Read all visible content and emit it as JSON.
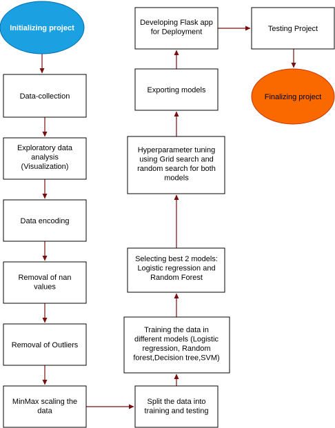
{
  "colors": {
    "start_fill": "#1ba1e2",
    "start_stroke": "#006eaf",
    "end_fill": "#fa6800",
    "end_stroke": "#c73500",
    "arrow": "#7a0c0c"
  },
  "nodes": {
    "start": [
      "Initializing project"
    ],
    "data_collection": [
      "Data-collection"
    ],
    "eda": [
      "Exploratory data",
      "analysis",
      "(Visualization)"
    ],
    "encoding": [
      "Data encoding"
    ],
    "nan_removal": [
      "Removal of nan",
      "values"
    ],
    "outliers": [
      "Removal of Outliers"
    ],
    "minmax": [
      "MinMax scaling the",
      "data"
    ],
    "split": [
      "Split the data into",
      "training and testing"
    ],
    "training": [
      "Training the data in",
      "different models (Logistic",
      "regression, Random",
      "forest,Decision tree,SVM)"
    ],
    "selecting": [
      "Selecting best 2 models:",
      "Logistic regression and",
      "Random Forest"
    ],
    "tuning": [
      "Hyperparameter tuning",
      "using Grid search and",
      "random search for both",
      "models"
    ],
    "exporting": [
      "Exporting models"
    ],
    "flask": [
      "Developing Flask app",
      "for Deployment"
    ],
    "testing": [
      "Testing Project"
    ],
    "end": [
      "Finalizing project"
    ]
  }
}
